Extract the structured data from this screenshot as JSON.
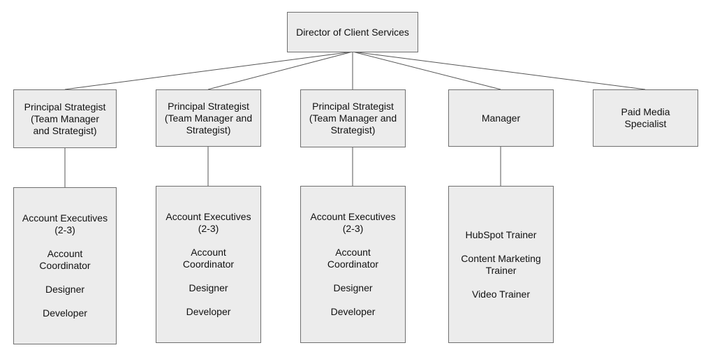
{
  "diagram": {
    "root": {
      "lines": [
        "Director of Client Services"
      ]
    },
    "managers": [
      {
        "lines": [
          "Principal Strategist",
          "(Team Manager",
          "and Strategist)"
        ]
      },
      {
        "lines": [
          "Principal Strategist",
          "(Team Manager and",
          "Strategist)"
        ]
      },
      {
        "lines": [
          "Principal Strategist",
          "(Team Manager and",
          "Strategist)"
        ]
      },
      {
        "lines": [
          "Manager"
        ]
      },
      {
        "lines": [
          "Paid Media",
          "Specialist"
        ]
      }
    ],
    "teams": [
      {
        "groups": [
          [
            "Account Executives",
            "(2-3)"
          ],
          [
            "Account",
            "Coordinator"
          ],
          [
            "Designer"
          ],
          [
            "Developer"
          ]
        ]
      },
      {
        "groups": [
          [
            "Account Executives",
            "(2-3)"
          ],
          [
            "Account",
            "Coordinator"
          ],
          [
            "Designer"
          ],
          [
            "Developer"
          ]
        ]
      },
      {
        "groups": [
          [
            "Account Executives",
            "(2-3)"
          ],
          [
            "Account",
            "Coordinator"
          ],
          [
            "Designer"
          ],
          [
            "Developer"
          ]
        ]
      },
      {
        "groups": [
          [
            "HubSpot Trainer"
          ],
          [
            "Content Marketing",
            "Trainer"
          ],
          [
            "Video Trainer"
          ]
        ]
      }
    ]
  }
}
